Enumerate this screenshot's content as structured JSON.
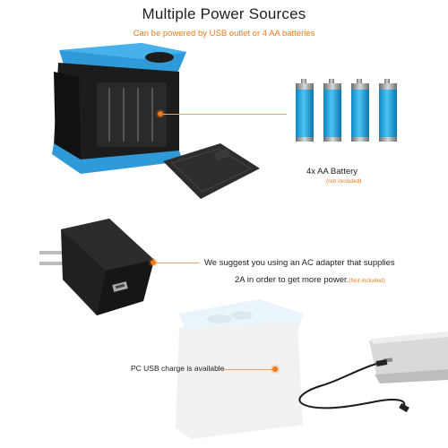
{
  "header": {
    "title": "Multiple Power Sources",
    "subtitle": "Can be powered by USB outlet or 4 AA batteries"
  },
  "battery_section": {
    "label": "4x AA Battery",
    "note": "(not included)",
    "battery_icon": "aa-battery-icon"
  },
  "adapter_section": {
    "line1": "We suggest you using an AC adapter that supplies",
    "line2": "2A in order to get more power.",
    "note": "(Not included)"
  },
  "usb_section": {
    "label": "PC USB charge is available"
  },
  "colors": {
    "accent": "#f07a1a",
    "device_blue": "#2e9ad8",
    "battery_cyan": "#1aa7e3"
  }
}
